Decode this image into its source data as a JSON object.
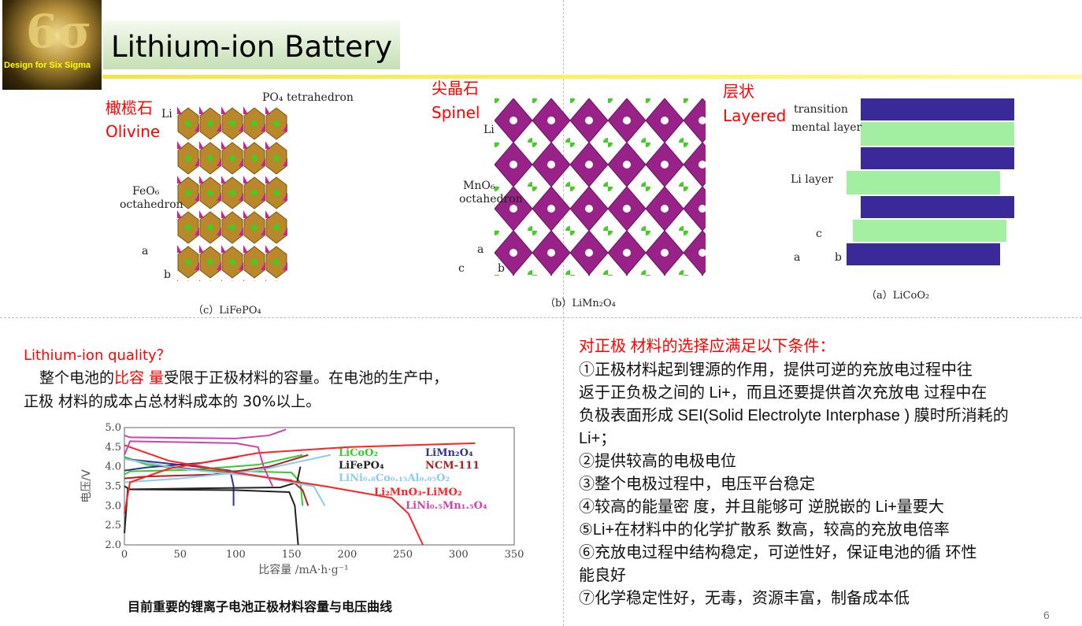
{
  "header": {
    "title": "Lithium-ion Battery",
    "logo_text": "Design for Six Sigma",
    "logo_symbol": "6σ"
  },
  "structures": [
    {
      "cn": "橄榄石",
      "en": "Olivine",
      "caption": "（c）LiFePO₄",
      "labels": [
        "Li",
        "PO₄ tetrahedron",
        "FeO₆",
        "octahedron",
        "a",
        "b"
      ]
    },
    {
      "cn": "尖晶石",
      "en": "Spinel",
      "caption": "（b）LiMn₂O₄",
      "labels": [
        "Li",
        "MnO₆",
        "octahedron",
        "a",
        "b",
        "c"
      ]
    },
    {
      "cn": "层状",
      "en": "Layered",
      "caption": "（a）LiCoO₂",
      "labels": [
        "transition",
        "mental layer",
        "Li layer",
        "c",
        "a",
        "b"
      ]
    }
  ],
  "left": {
    "heading": "Lithium-ion quality？",
    "p1a": "整个电池的",
    "p1b": "比容 量",
    "p1c": "受限于正极材料的容量。在电池的生产中，",
    "p2": "正极 材料的成本占总材料成本的 30%以上。",
    "chart_caption": "目前重要的锂离子电池正极材料容量与电压曲线"
  },
  "right": {
    "heading": "对正极 材料的选择应满足以下条件：",
    "lines": [
      "①正极材料起到锂源的作用，提供可逆的充放电过程中往",
      "返于正负极之间的 Li+，而且还要提供首次充放电 过程中在",
      "负极表面形成 SEI(Solid Electrolyte Interphase ) 膜时所消耗的",
      "Li+；",
      "②提供较高的电极电位",
      "③整个电极过程中，电压平台稳定",
      "④较高的能量密 度，并且能够可 逆脱嵌的 Li+量要大",
      "⑤Li+在材料中的化学扩散系 数高，较高的充放电倍率",
      "⑥充放电过程中结构稳定，可逆性好，保证电池的循 环性",
      "能良好",
      "⑦化学稳定性好，无毒，资源丰富，制备成本低"
    ]
  },
  "page_number": "6",
  "chart_data": {
    "type": "line",
    "xlabel": "比容量 /mA·h·g⁻¹",
    "ylabel": "电压/V",
    "xlim": [
      0,
      350
    ],
    "ylim": [
      2.0,
      5.0
    ],
    "xticks": [
      "0",
      "50",
      "100",
      "150",
      "200",
      "250",
      "300",
      "350"
    ],
    "yticks": [
      "2.0",
      "2.5",
      "3.0",
      "3.5",
      "4.0",
      "4.5",
      "5.0"
    ],
    "series": [
      {
        "name": "LiCoO₂",
        "color": "#33cc33",
        "charge": [
          [
            0,
            3.8
          ],
          [
            5,
            3.88
          ],
          [
            60,
            3.92
          ],
          [
            120,
            4.05
          ],
          [
            160,
            4.3
          ]
        ],
        "discharge": [
          [
            0,
            4.25
          ],
          [
            20,
            4.05
          ],
          [
            60,
            3.92
          ],
          [
            150,
            3.85
          ],
          [
            158,
            3.6
          ],
          [
            160,
            3.0
          ]
        ]
      },
      {
        "name": "LiMn₂O₄",
        "color": "#333388",
        "charge": [
          [
            0,
            3.9
          ],
          [
            20,
            3.98
          ],
          [
            70,
            4.1
          ],
          [
            102,
            4.25
          ]
        ],
        "discharge": [
          [
            0,
            4.2
          ],
          [
            50,
            4.05
          ],
          [
            95,
            3.9
          ],
          [
            98,
            3.5
          ],
          [
            98,
            3.0
          ]
        ]
      },
      {
        "name": "LiFePO₄",
        "color": "#222222",
        "charge": [
          [
            0,
            2.3
          ],
          [
            3,
            3.42
          ],
          [
            50,
            3.44
          ],
          [
            140,
            3.47
          ],
          [
            155,
            3.6
          ],
          [
            158,
            4.0
          ]
        ],
        "discharge": [
          [
            0,
            3.5
          ],
          [
            5,
            3.42
          ],
          [
            100,
            3.4
          ],
          [
            148,
            3.35
          ],
          [
            153,
            3.0
          ],
          [
            156,
            2.0
          ]
        ]
      },
      {
        "name": "NCM-111",
        "color": "#aa2222",
        "charge": [
          [
            0,
            3.7
          ],
          [
            20,
            3.75
          ],
          [
            80,
            3.8
          ],
          [
            130,
            4.0
          ],
          [
            165,
            4.3
          ]
        ],
        "discharge": [
          [
            0,
            4.2
          ],
          [
            40,
            4.0
          ],
          [
            90,
            3.85
          ],
          [
            150,
            3.65
          ],
          [
            160,
            3.4
          ],
          [
            165,
            3.0
          ]
        ]
      },
      {
        "name": "LiNi₀.₈Co₀.₁₅Al₀.₀₅O₂",
        "color": "#88ccee",
        "charge": [
          [
            0,
            3.6
          ],
          [
            50,
            3.7
          ],
          [
            120,
            3.9
          ],
          [
            185,
            4.3
          ]
        ],
        "discharge": [
          [
            0,
            4.2
          ],
          [
            50,
            3.95
          ],
          [
            120,
            3.75
          ],
          [
            170,
            3.5
          ],
          [
            180,
            3.0
          ]
        ]
      },
      {
        "name": "Li₂MnO₃-LiMO₂",
        "color": "#ff2222",
        "charge": [
          [
            0,
            2.8
          ],
          [
            5,
            3.6
          ],
          [
            40,
            3.95
          ],
          [
            120,
            4.35
          ],
          [
            200,
            4.5
          ],
          [
            315,
            4.6
          ]
        ],
        "discharge": [
          [
            0,
            4.55
          ],
          [
            40,
            4.15
          ],
          [
            100,
            3.85
          ],
          [
            180,
            3.5
          ],
          [
            240,
            3.2
          ],
          [
            255,
            2.8
          ],
          [
            268,
            2.0
          ]
        ]
      },
      {
        "name": "LiNi₀.₅Mn₁.₅O₄",
        "color": "#cc44aa",
        "charge": [
          [
            0,
            4.8
          ],
          [
            5,
            4.75
          ],
          [
            100,
            4.72
          ],
          [
            130,
            4.8
          ],
          [
            145,
            4.95
          ]
        ],
        "discharge": [
          [
            0,
            4.3
          ],
          [
            5,
            4.65
          ],
          [
            100,
            4.6
          ],
          [
            120,
            4.5
          ],
          [
            125,
            4.0
          ],
          [
            133,
            3.5
          ]
        ]
      }
    ]
  }
}
